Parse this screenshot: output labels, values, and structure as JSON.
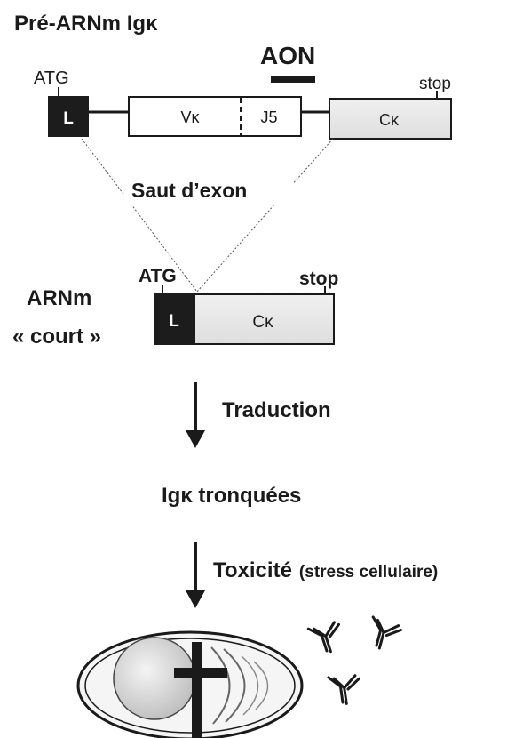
{
  "title": "Pré-ARNm Igκ",
  "aon_label": "AON",
  "pre_mrna": {
    "atg": "ATG",
    "leader": "L",
    "v_exon": "Vκ",
    "j_exon": "J5",
    "c_exon": "Cκ",
    "stop": "stop"
  },
  "splice_label": "Saut d’exon",
  "short_mrna": {
    "label_line1": "ARNm",
    "label_line2": "« court »",
    "atg": "ATG",
    "leader": "L",
    "c_exon": "Cκ",
    "stop": "stop"
  },
  "step1_label": "Traduction",
  "product_label": "Igκ tronquées",
  "step2_label": "Toxicité",
  "step2_detail": "(stress cellulaire)",
  "colors": {
    "ink": "#1a1a1a",
    "leader_fill": "#1c1c1c",
    "c_exon_fill": "#e9e9e9",
    "cell_fill": "#f2f2f2",
    "nucleus_fill": "#d8d8d8"
  }
}
